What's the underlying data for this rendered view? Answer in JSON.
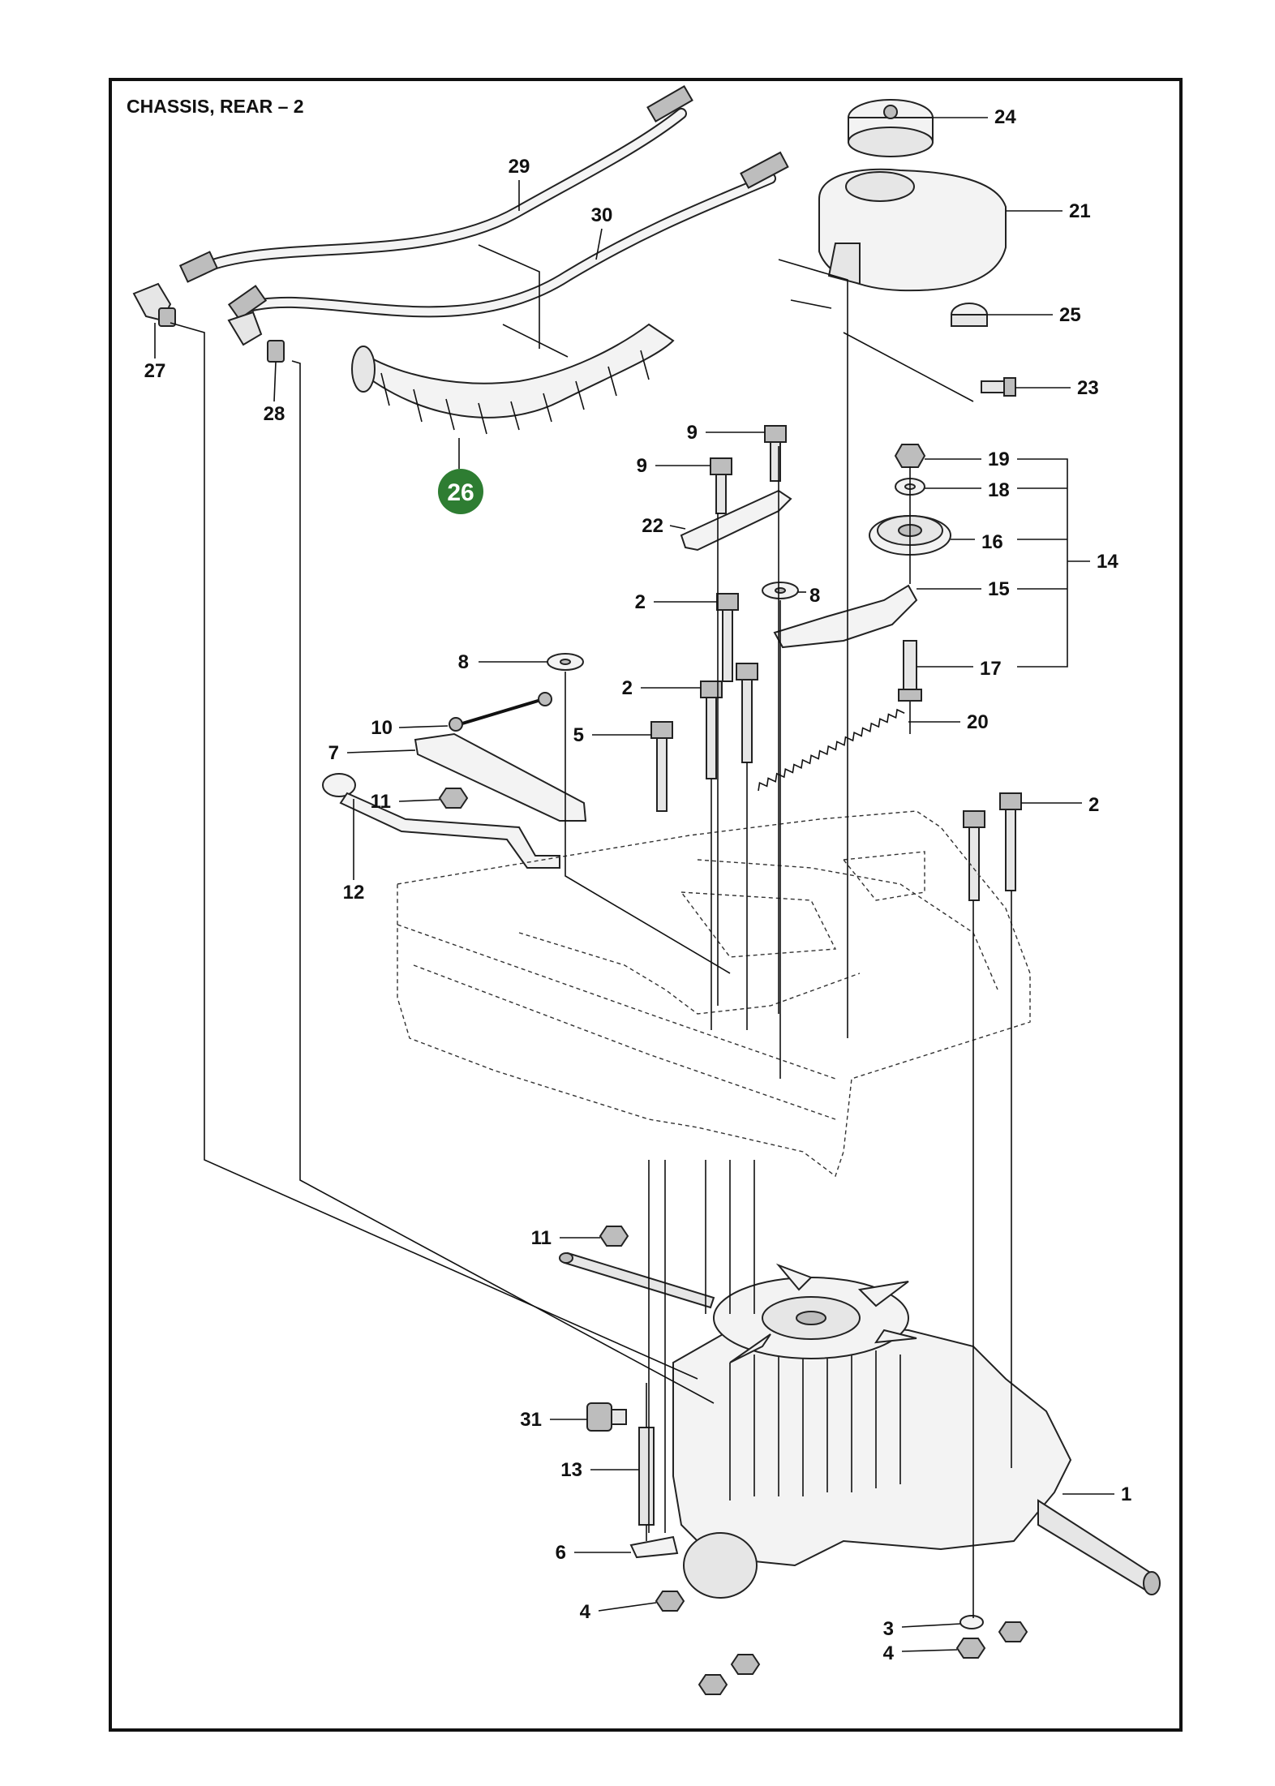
{
  "title": "CHASSIS, REAR – 2",
  "highlight": {
    "label": "26",
    "color": "#2e7d32"
  },
  "callouts": [
    {
      "id": "c29",
      "label": "29"
    },
    {
      "id": "c30",
      "label": "30"
    },
    {
      "id": "c27",
      "label": "27"
    },
    {
      "id": "c28",
      "label": "28"
    },
    {
      "id": "c24",
      "label": "24"
    },
    {
      "id": "c21",
      "label": "21"
    },
    {
      "id": "c25",
      "label": "25"
    },
    {
      "id": "c23",
      "label": "23"
    },
    {
      "id": "c9a",
      "label": "9"
    },
    {
      "id": "c9b",
      "label": "9"
    },
    {
      "id": "c19",
      "label": "19"
    },
    {
      "id": "c18",
      "label": "18"
    },
    {
      "id": "c16",
      "label": "16"
    },
    {
      "id": "c14",
      "label": "14"
    },
    {
      "id": "c22",
      "label": "22"
    },
    {
      "id": "c15",
      "label": "15"
    },
    {
      "id": "c8a",
      "label": "8"
    },
    {
      "id": "c2a",
      "label": "2"
    },
    {
      "id": "c8b",
      "label": "8"
    },
    {
      "id": "c17",
      "label": "17"
    },
    {
      "id": "c2b",
      "label": "2"
    },
    {
      "id": "c20",
      "label": "20"
    },
    {
      "id": "c10",
      "label": "10"
    },
    {
      "id": "c7",
      "label": "7"
    },
    {
      "id": "c5",
      "label": "5"
    },
    {
      "id": "c11a",
      "label": "11"
    },
    {
      "id": "c2c",
      "label": "2"
    },
    {
      "id": "c12",
      "label": "12"
    },
    {
      "id": "c11b",
      "label": "11"
    },
    {
      "id": "c31",
      "label": "31"
    },
    {
      "id": "c13",
      "label": "13"
    },
    {
      "id": "c1",
      "label": "1"
    },
    {
      "id": "c6",
      "label": "6"
    },
    {
      "id": "c4a",
      "label": "4"
    },
    {
      "id": "c3",
      "label": "3"
    },
    {
      "id": "c4b",
      "label": "4"
    }
  ]
}
